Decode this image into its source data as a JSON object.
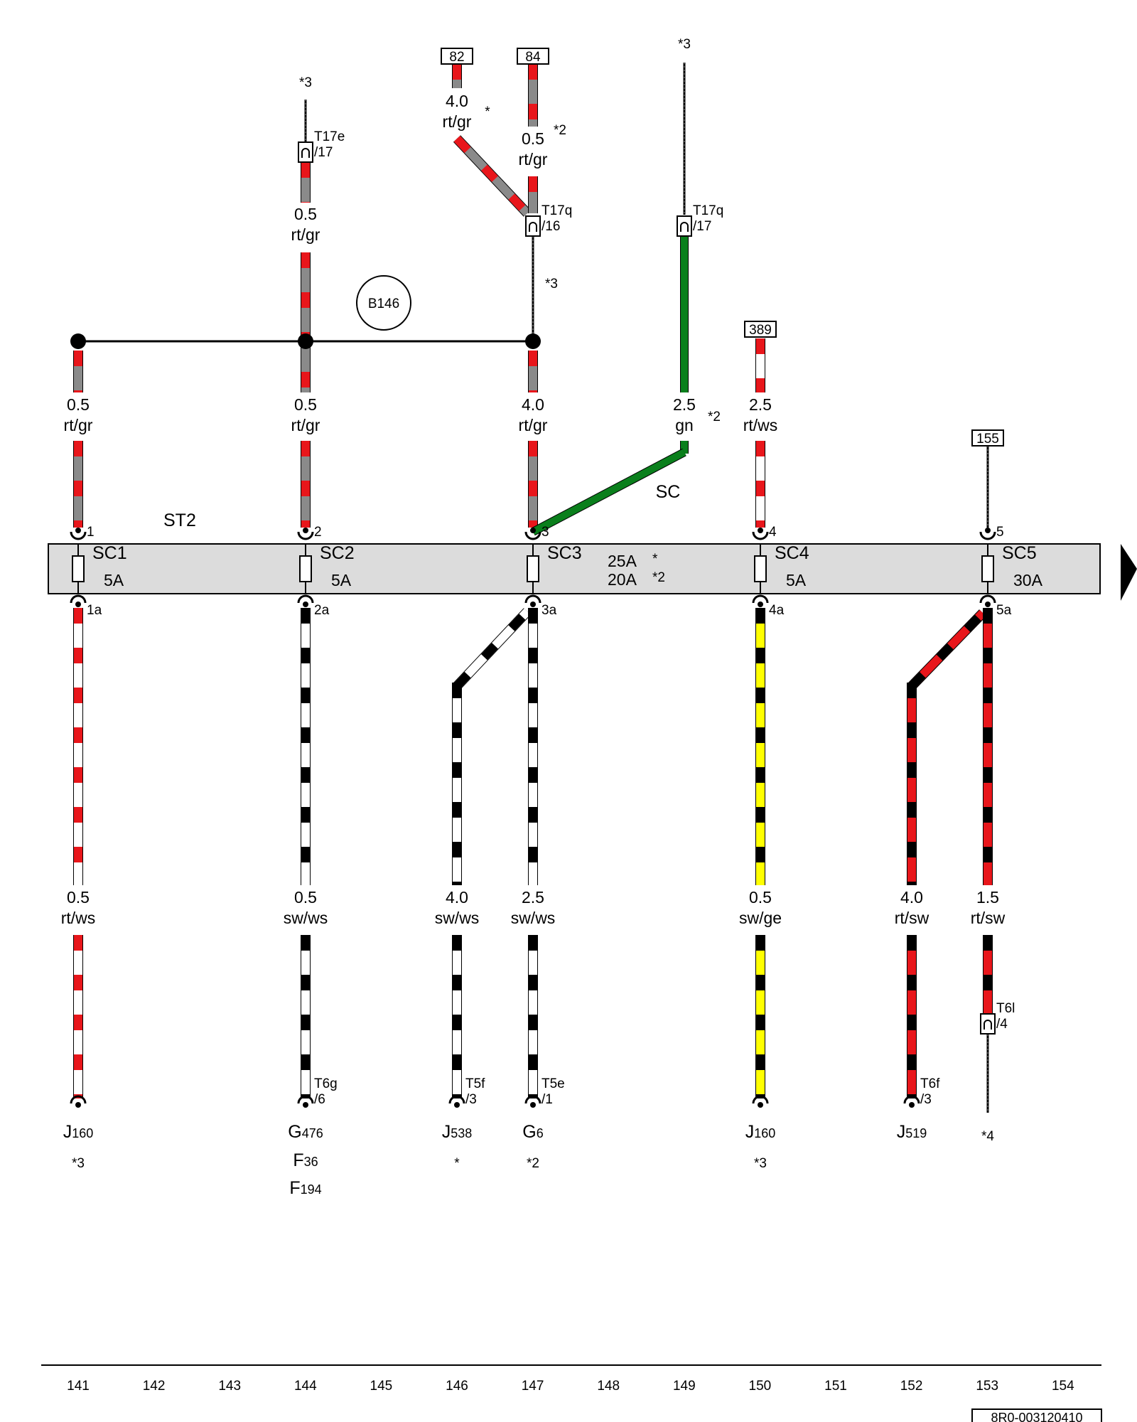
{
  "colors": {
    "rt": "#e8161b",
    "gr": "#8a8a8a",
    "ws": "#ffffff",
    "sw": "#000000",
    "ge": "#ffff00",
    "gn": "#0a7f1c",
    "fuse_box": "#dcdcdc"
  },
  "fuse_box": {
    "label": "ST2",
    "fuses": [
      {
        "name": "SC1",
        "rating": "5A",
        "pin_in": "1",
        "pin_out": "1a"
      },
      {
        "name": "SC2",
        "rating": "5A",
        "pin_in": "2",
        "pin_out": "2a"
      },
      {
        "name": "SC3",
        "rating": "",
        "pin_in": "3",
        "pin_out": "3a"
      },
      {
        "name": "SC4",
        "rating": "5A",
        "pin_in": "4",
        "pin_out": "4a"
      },
      {
        "name": "SC5",
        "rating": "30A",
        "pin_in": "5",
        "pin_out": "5a"
      }
    ],
    "sc3_ratings": [
      {
        "value": "25A",
        "note": "*"
      },
      {
        "value": "20A",
        "note": "*2"
      }
    ]
  },
  "node_label": "B146",
  "sc_label": "SC",
  "references": [
    "82",
    "84",
    "389",
    "155"
  ],
  "top_wires": [
    {
      "gauge": "0.5",
      "color": "rt/gr"
    },
    {
      "gauge": "4.0",
      "color": "rt/gr",
      "note": "*"
    },
    {
      "gauge": "0.5",
      "color": "rt/gr",
      "note": "*2"
    },
    {
      "gauge": "0.5",
      "color": "rt/gr"
    },
    {
      "gauge": "0.5",
      "color": "rt/gr"
    },
    {
      "gauge": "0.5",
      "color": "rt/gr"
    },
    {
      "gauge": "4.0",
      "color": "rt/gr"
    },
    {
      "gauge": "2.5",
      "color": "gn",
      "note": "*2"
    },
    {
      "gauge": "2.5",
      "color": "rt/ws"
    }
  ],
  "connectors": [
    {
      "name": "T17e",
      "pin": "/17"
    },
    {
      "name": "T17q",
      "pin": "/16"
    },
    {
      "name": "T17q",
      "pin": "/17"
    },
    {
      "name": "T6l",
      "pin": "/4"
    },
    {
      "name": "T6g",
      "pin": "/6"
    },
    {
      "name": "T5f",
      "pin": "/3"
    },
    {
      "name": "T5e",
      "pin": "/1"
    },
    {
      "name": "T6f",
      "pin": "/3"
    }
  ],
  "star_notes": [
    "*3",
    "*3",
    "*3"
  ],
  "bottom_wires": [
    {
      "gauge": "0.5",
      "color": "rt/ws"
    },
    {
      "gauge": "0.5",
      "color": "sw/ws"
    },
    {
      "gauge": "4.0",
      "color": "sw/ws"
    },
    {
      "gauge": "2.5",
      "color": "sw/ws"
    },
    {
      "gauge": "0.5",
      "color": "sw/ge"
    },
    {
      "gauge": "4.0",
      "color": "rt/sw"
    },
    {
      "gauge": "1.5",
      "color": "rt/sw"
    }
  ],
  "components": [
    {
      "main": "J",
      "sub": "160",
      "note": "*3"
    },
    {
      "main": "G",
      "sub": "476",
      "extra": [
        {
          "main": "F",
          "sub": "36"
        },
        {
          "main": "F",
          "sub": "194"
        }
      ]
    },
    {
      "main": "J",
      "sub": "538",
      "note": "*"
    },
    {
      "main": "G",
      "sub": "6",
      "note": "*2"
    },
    {
      "main": "J",
      "sub": "160",
      "note": "*3"
    },
    {
      "main": "J",
      "sub": "519"
    },
    {
      "main": "",
      "sub": "",
      "note": "*4"
    }
  ],
  "grid_numbers": [
    "141",
    "142",
    "143",
    "144",
    "145",
    "146",
    "147",
    "148",
    "149",
    "150",
    "151",
    "152",
    "153",
    "154"
  ],
  "diagram_id": "8R0-003120410"
}
